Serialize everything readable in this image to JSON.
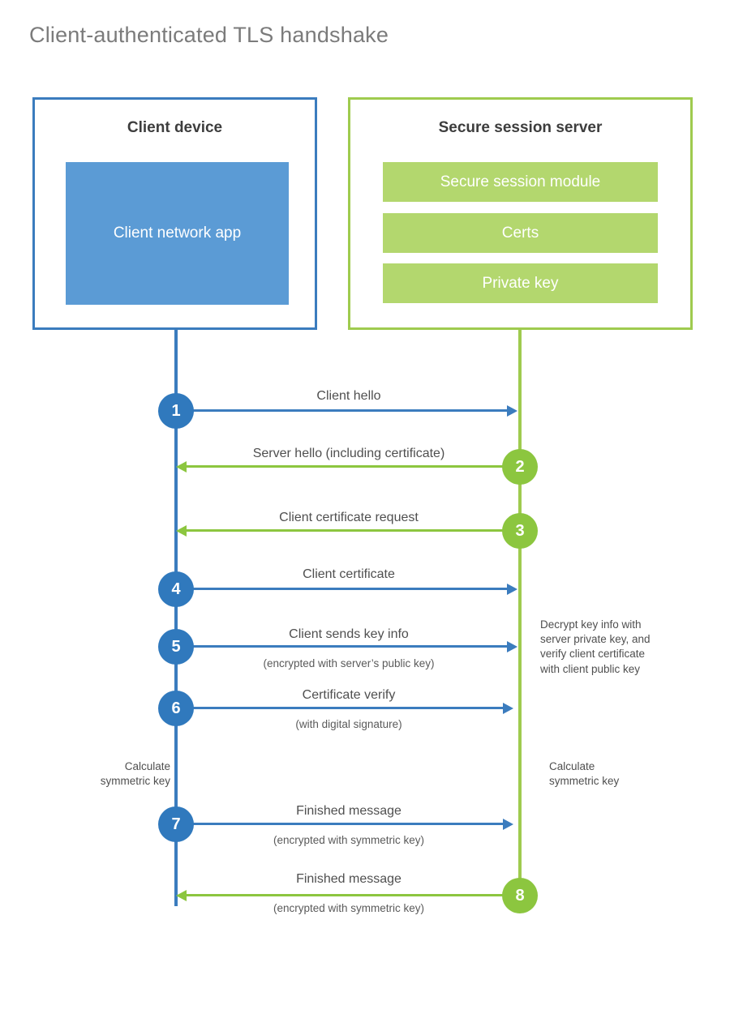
{
  "title": "Client-authenticated TLS handshake",
  "colors": {
    "blue_border": "#3b7cbe",
    "blue_fill": "#5b9bd5",
    "blue_circle": "#3079bd",
    "green_border": "#9fcb4f",
    "green_fill": "#b3d76e",
    "green_circle": "#8cc63f",
    "title_text": "#7b7b7b",
    "body_text": "#4f4f4f"
  },
  "client_panel": {
    "title": "Client device",
    "app_block": "Client network app"
  },
  "server_panel": {
    "title": "Secure session server",
    "bars": [
      "Secure session module",
      "Certs",
      "Private key"
    ]
  },
  "steps": [
    {
      "number": "1",
      "label": "Client hello",
      "sub": "",
      "direction": "client-to-server",
      "color": "blue"
    },
    {
      "number": "2",
      "label": "Server hello (including certificate)",
      "sub": "",
      "direction": "server-to-client",
      "color": "green"
    },
    {
      "number": "3",
      "label": "Client certificate request",
      "sub": "",
      "direction": "server-to-client",
      "color": "green"
    },
    {
      "number": "4",
      "label": "Client certificate",
      "sub": "",
      "direction": "client-to-server",
      "color": "blue"
    },
    {
      "number": "5",
      "label": "Client sends key info",
      "sub": "(encrypted with server’s public key)",
      "direction": "client-to-server",
      "color": "blue"
    },
    {
      "number": "6",
      "label": "Certificate verify",
      "sub": "(with digital signature)",
      "direction": "client-to-server",
      "color": "blue"
    },
    {
      "number": "7",
      "label": "Finished message",
      "sub": "(encrypted with symmetric key)",
      "direction": "client-to-server",
      "color": "blue"
    },
    {
      "number": "8",
      "label": "Finished message",
      "sub": "(encrypted with symmetric key)",
      "direction": "server-to-client",
      "color": "green"
    }
  ],
  "notes": {
    "decrypt": {
      "line1": "Decrypt key info with",
      "line2": "server private key, and",
      "line3": "verify client certificate",
      "line4": "with client public key"
    },
    "calculate_client": {
      "line1": "Calculate",
      "line2": "symmetric key"
    },
    "calculate_server": {
      "line1": "Calculate",
      "line2": "symmetric key"
    }
  }
}
